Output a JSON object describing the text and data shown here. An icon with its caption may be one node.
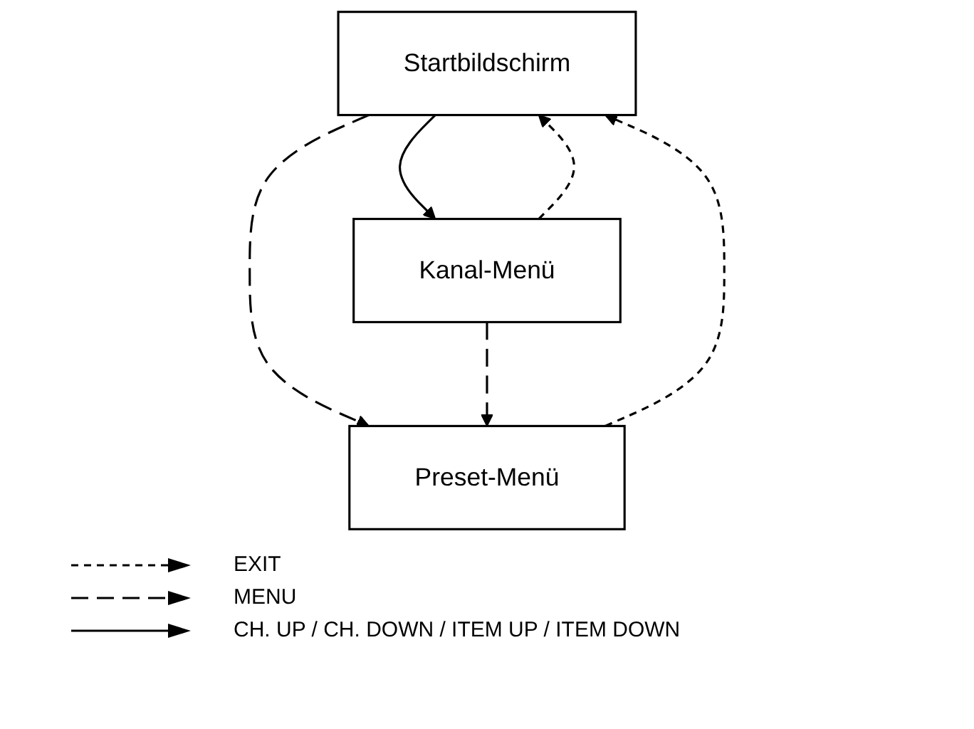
{
  "diagram": {
    "nodes": [
      {
        "text": [
          "Startbildschirm"
        ]
      },
      {
        "text": [
          "Preset-Menü"
        ]
      },
      {
        "text": [
          "Kanal-Menü"
        ]
      }
    ],
    "edges": [
      {
        "from": 1,
        "to": 0,
        "arrow": "to",
        "style": "dashed"
      },
      {
        "from": 2,
        "to": 0,
        "arrow": "to",
        "style": "dashed"
      },
      {
        "from": 0,
        "to": 1,
        "arrow": "to",
        "style": "dashed"
      },
      {
        "from": 0,
        "to": 2,
        "arrow": "to"
      },
      {
        "from": 2,
        "to": 1,
        "arrow": "to",
        "style": "dashed"
      }
    ],
    "legend": [
      {
        "text": "EXIT"
      },
      {
        "text": "MENU"
      },
      {
        "text": "CH. UP / CH. DOWN / ITEM UP / ITEM DOWN"
      }
    ]
  }
}
